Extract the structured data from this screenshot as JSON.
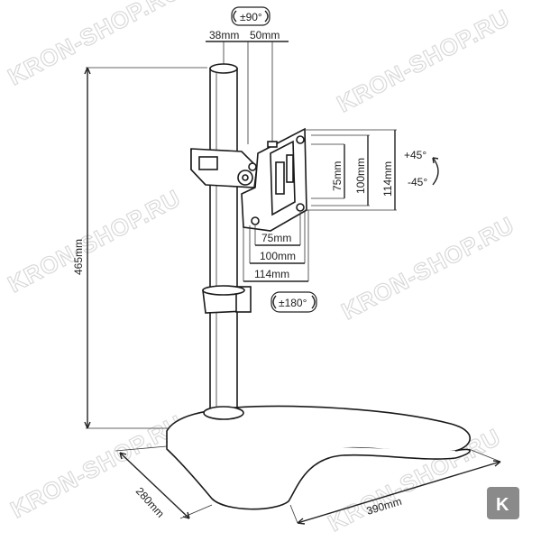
{
  "watermark": "KRON-SHOP.RU",
  "dimensions": {
    "tilt": "±90°",
    "offset_left": "38mm",
    "offset_right": "50mm",
    "height": "465mm",
    "vesa_v1": "75mm",
    "vesa_v2": "100mm",
    "vesa_v3": "114mm",
    "vesa_h1": "75mm",
    "vesa_h2": "100mm",
    "vesa_h3": "114mm",
    "rotate_up": "+45°",
    "rotate_down": "-45°",
    "swivel": "±180°",
    "base_depth": "280mm",
    "base_width": "390mm"
  },
  "badge": "K"
}
